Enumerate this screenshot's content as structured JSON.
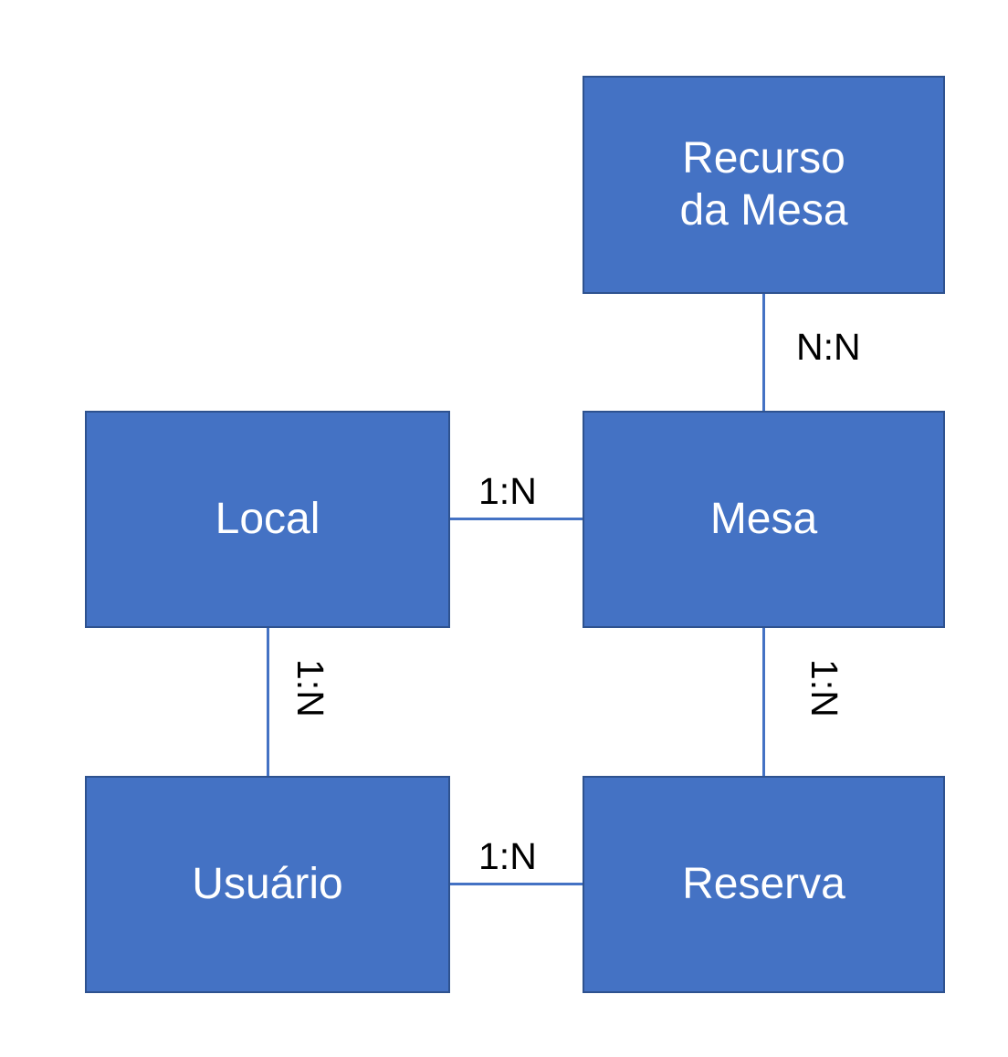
{
  "diagram": {
    "type": "entity-relationship-diagram",
    "language": "pt-BR",
    "colors": {
      "entity_fill": "#4472C4",
      "entity_border": "#2E528F",
      "entity_text": "#FFFFFF",
      "connector": "#4472C4",
      "label_text": "#000000",
      "background": "#FFFFFF"
    },
    "entities": [
      {
        "id": "recurso_da_mesa",
        "label": "Recurso\nda Mesa"
      },
      {
        "id": "local",
        "label": "Local"
      },
      {
        "id": "mesa",
        "label": "Mesa"
      },
      {
        "id": "usuario",
        "label": "Usuário"
      },
      {
        "id": "reserva",
        "label": "Reserva"
      }
    ],
    "relationships": [
      {
        "id": "rel_recurso_mesa",
        "from": "recurso_da_mesa",
        "to": "mesa",
        "cardinality": "N:N",
        "orientation": "vertical"
      },
      {
        "id": "rel_local_mesa",
        "from": "local",
        "to": "mesa",
        "cardinality": "1:N",
        "orientation": "horizontal"
      },
      {
        "id": "rel_local_usuario",
        "from": "local",
        "to": "usuario",
        "cardinality": "1:N",
        "orientation": "vertical"
      },
      {
        "id": "rel_mesa_reserva",
        "from": "mesa",
        "to": "reserva",
        "cardinality": "1:N",
        "orientation": "vertical"
      },
      {
        "id": "rel_usuario_reserva",
        "from": "usuario",
        "to": "reserva",
        "cardinality": "1:N",
        "orientation": "horizontal"
      }
    ]
  }
}
